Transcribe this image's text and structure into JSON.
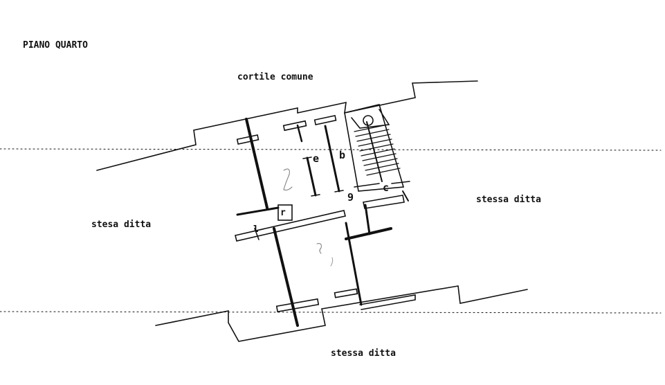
{
  "title": "PIANO QUARTO",
  "labels": {
    "top": "cortile comune",
    "left": "stesa ditta",
    "right": "stessa ditta",
    "bottom": "stessa ditta"
  },
  "room_letters": {
    "e": "e",
    "b": "b",
    "g": "9",
    "c": "c",
    "r": "r",
    "l": "l"
  },
  "colors": {
    "ink": "#111111",
    "background": "#ffffff"
  }
}
